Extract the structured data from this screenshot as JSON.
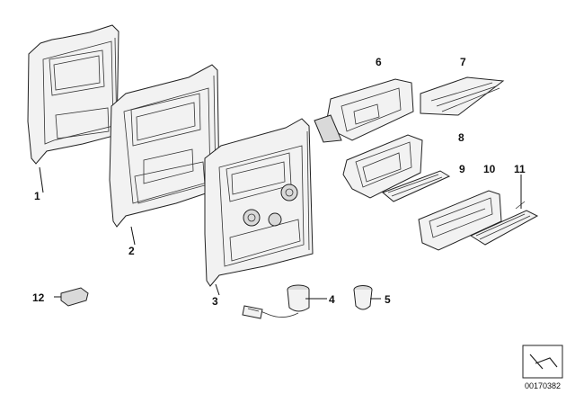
{
  "diagram": {
    "callouts": [
      "1",
      "2",
      "3",
      "4",
      "5",
      "6",
      "7",
      "8",
      "9",
      "10",
      "11",
      "12"
    ],
    "document_number": "00170382"
  }
}
